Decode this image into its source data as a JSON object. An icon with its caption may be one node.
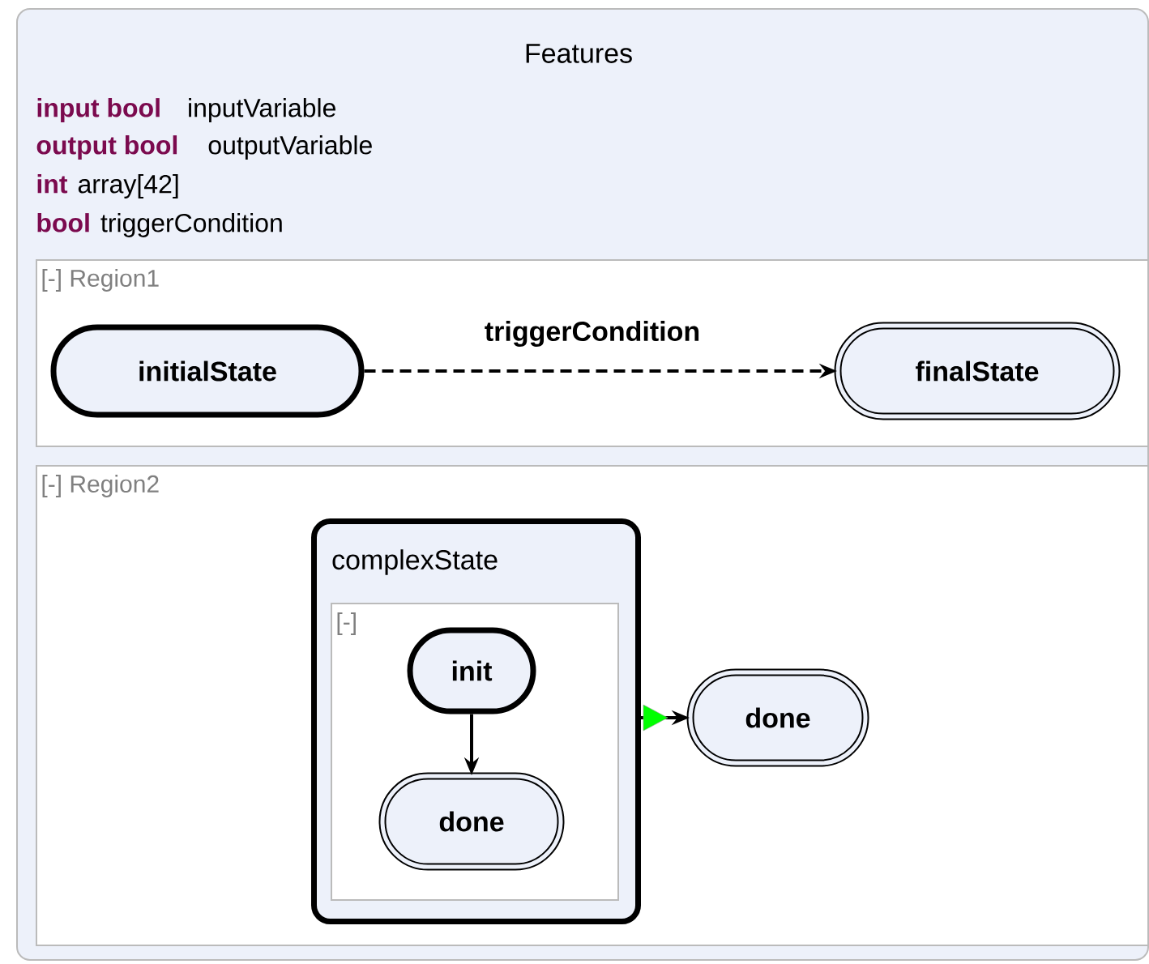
{
  "diagram": {
    "nodes": [
      {
        "text": [
          "Features",
          "input bool",
          "inputVariable",
          "output bool",
          "outputVariable",
          "int",
          "array[42]",
          "bool",
          "triggerCondition"
        ]
      },
      {
        "text": [
          "[-] Region1"
        ],
        "in": 0
      },
      {
        "text": [
          "initialState"
        ],
        "in": 1
      },
      {
        "text": [
          "finalState"
        ],
        "in": 1
      },
      {
        "text": [
          "[-] Region2"
        ],
        "in": 0
      },
      {
        "text": [
          "complexState"
        ],
        "in": 4
      },
      {
        "text": [
          "[-]"
        ],
        "in": 5
      },
      {
        "text": [
          "init"
        ],
        "in": 6
      },
      {
        "text": [
          "done"
        ],
        "in": 6
      },
      {
        "text": [
          "done"
        ],
        "in": 4
      }
    ],
    "edges": [
      {
        "from": 2,
        "to": 3,
        "arrow": "to",
        "label": "triggerCondition",
        "style": "dashed"
      },
      {
        "from": 7,
        "to": 8,
        "arrow": "to"
      },
      {
        "from": 5,
        "to": 9,
        "arrow": "to"
      }
    ]
  }
}
